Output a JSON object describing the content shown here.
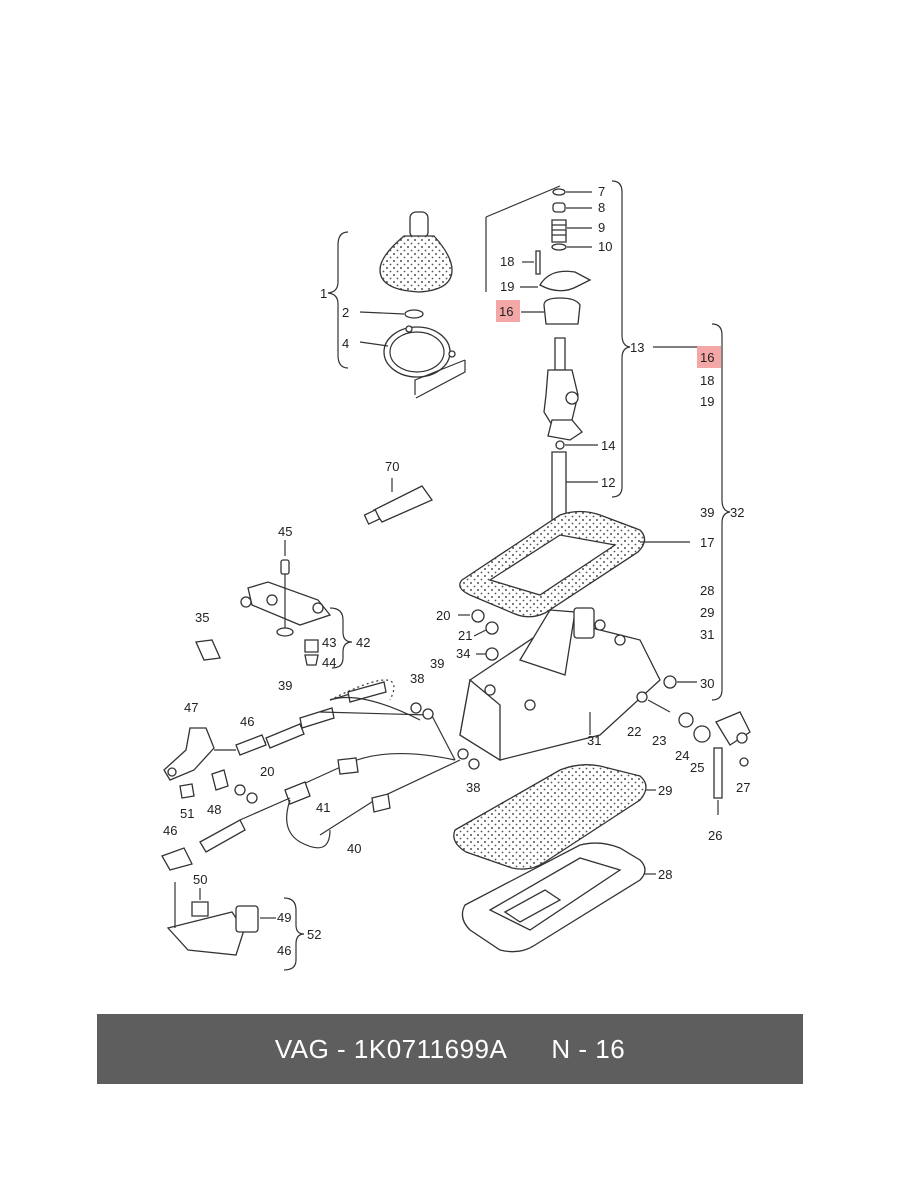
{
  "footer": {
    "part_code": "VAG - 1K0711699A",
    "position": "N - 16"
  },
  "highlight_color": "#f4a7a7",
  "labels": {
    "l1": "1",
    "l2": "2",
    "l4": "4",
    "l7": "7",
    "l8": "8",
    "l9": "9",
    "l10": "10",
    "l18a": "18",
    "l19a": "19",
    "l16a": "16",
    "l13": "13",
    "l16b": "16",
    "l18b": "18",
    "l19b": "19",
    "l14": "14",
    "l12": "12",
    "l70": "70",
    "l39a": "39",
    "l32": "32",
    "l17": "17",
    "l45": "45",
    "l28a": "28",
    "l29a": "29",
    "l31a": "31",
    "l35": "35",
    "l43": "43",
    "l42": "42",
    "l44": "44",
    "l20a": "20",
    "l21": "21",
    "l34": "34",
    "l39b": "39",
    "l38a": "38",
    "l30": "30",
    "l39c": "39",
    "l47": "47",
    "l46a": "46",
    "l22": "22",
    "l23": "23",
    "l31b": "31",
    "l24": "24",
    "l25": "25",
    "l27": "27",
    "l20b": "20",
    "l51": "51",
    "l48": "48",
    "l41": "41",
    "l38b": "38",
    "l29b": "29",
    "l26": "26",
    "l46b": "46",
    "l40": "40",
    "l50": "50",
    "l28b": "28",
    "l49": "49",
    "l52": "52",
    "l46c": "46"
  }
}
